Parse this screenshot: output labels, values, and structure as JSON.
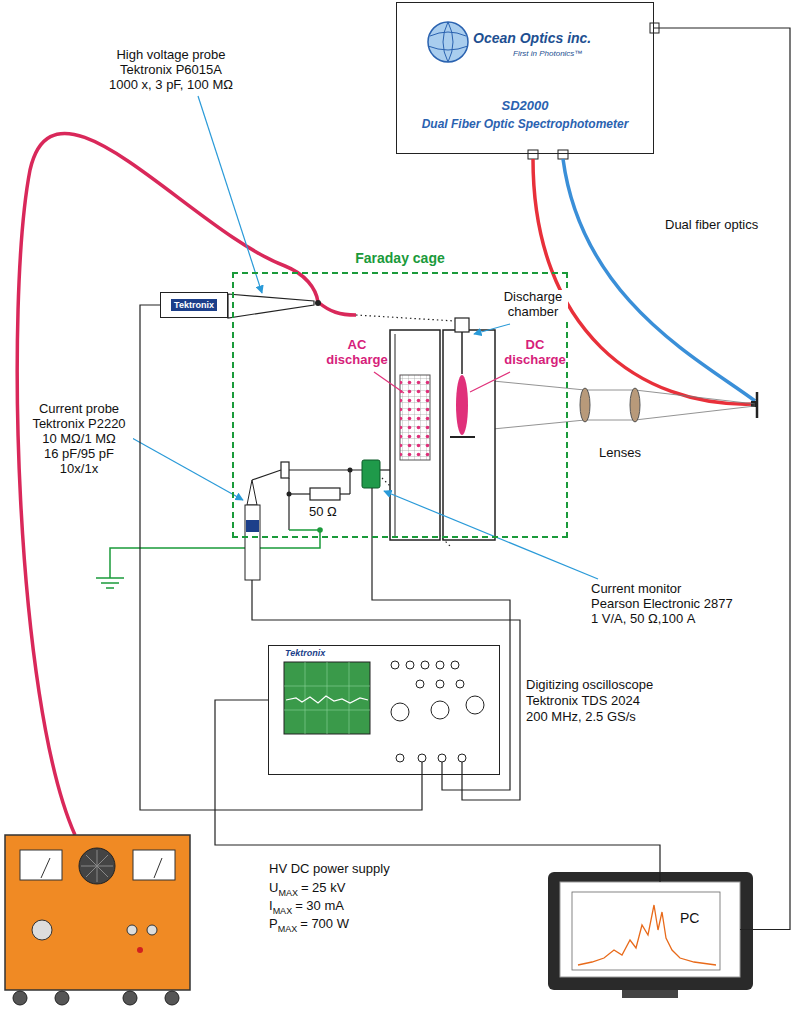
{
  "diagram": {
    "nodes": [
      {
        "text": [
          "Ocean Optics inc.",
          "First in Photonics™",
          "SD2000",
          "Dual Fiber Optic Spectrophotometer"
        ]
      },
      {
        "text": [
          "Tektronix"
        ]
      },
      {
        "text": [
          "Faraday cage"
        ]
      },
      {
        "text": [
          "Tektronix"
        ]
      },
      {
        "text": [
          "PC"
        ]
      }
    ],
    "edges": [
      {
        "from": 0,
        "to": 4,
        "arrow": "none"
      },
      {
        "from": 3,
        "to": 4,
        "arrow": "none"
      },
      {
        "from": 1,
        "to": 3,
        "arrow": "none"
      }
    ],
    "labels": [
      "High voltage probe",
      "Tektronix P6015A",
      "1000 x, 3 pF, 100 MΩ",
      "Dual fiber optics",
      "Discharge chamber",
      "AC discharge",
      "DC discharge",
      "Lenses",
      "Current probe",
      "Tektronix P2220",
      "10 MΩ/1 MΩ",
      "16 pF/95 pF",
      "10x/1x",
      "50 Ω",
      "Current monitor",
      "Pearson Electronic 2877",
      "1 V/A, 50 Ω,100 A",
      "Digitizing oscilloscope",
      "Tektronix TDS 2024",
      "200 MHz, 2.5 GS/s",
      "HV DC power supply",
      "U",
      "MAX",
      "= 25 kV",
      "I",
      "MAX",
      "= 30 mA",
      "P",
      "MAX",
      "= 700 W"
    ]
  }
}
